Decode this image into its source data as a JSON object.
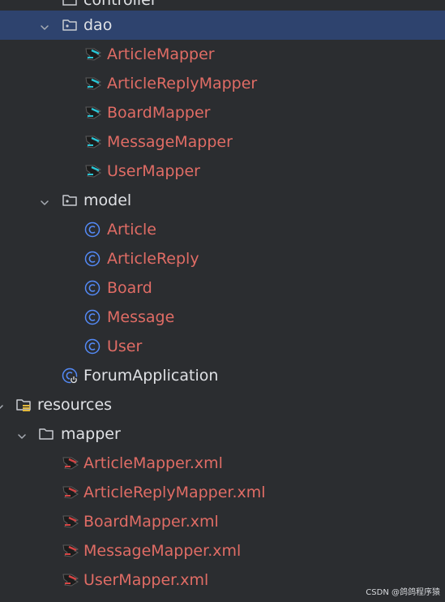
{
  "tree": {
    "partial_top_label": "controller",
    "items": [
      {
        "key": "dao",
        "label": "dao",
        "type": "package",
        "expanded": true,
        "selected": true
      },
      {
        "key": "ArticleMapper",
        "label": "ArticleMapper",
        "type": "mybatis-java"
      },
      {
        "key": "ArticleReplyMapper",
        "label": "ArticleReplyMapper",
        "type": "mybatis-java"
      },
      {
        "key": "BoardMapper",
        "label": "BoardMapper",
        "type": "mybatis-java"
      },
      {
        "key": "MessageMapper",
        "label": "MessageMapper",
        "type": "mybatis-java"
      },
      {
        "key": "UserMapper",
        "label": "UserMapper",
        "type": "mybatis-java"
      },
      {
        "key": "model",
        "label": "model",
        "type": "package",
        "expanded": true
      },
      {
        "key": "Article",
        "label": "Article",
        "type": "class"
      },
      {
        "key": "ArticleReply",
        "label": "ArticleReply",
        "type": "class"
      },
      {
        "key": "Board",
        "label": "Board",
        "type": "class"
      },
      {
        "key": "Message",
        "label": "Message",
        "type": "class"
      },
      {
        "key": "User",
        "label": "User",
        "type": "class"
      },
      {
        "key": "ForumApplication",
        "label": "ForumApplication",
        "type": "spring-boot-class"
      },
      {
        "key": "resources",
        "label": "resources",
        "type": "resources-folder",
        "expanded": true
      },
      {
        "key": "mapper",
        "label": "mapper",
        "type": "folder",
        "expanded": true
      },
      {
        "key": "ArticleMapperXml",
        "label": "ArticleMapper.xml",
        "type": "mybatis-xml"
      },
      {
        "key": "ArticleReplyMapperXml",
        "label": "ArticleReplyMapper.xml",
        "type": "mybatis-xml"
      },
      {
        "key": "BoardMapperXml",
        "label": "BoardMapper.xml",
        "type": "mybatis-xml"
      },
      {
        "key": "MessageMapperXml",
        "label": "MessageMapper.xml",
        "type": "mybatis-xml"
      },
      {
        "key": "UserMapperXml",
        "label": "UserMapper.xml",
        "type": "mybatis-xml"
      }
    ]
  },
  "watermark": "CSDN @鸽鸽程序猿",
  "colors": {
    "background": "#2b2d30",
    "selection": "#2e436e",
    "default_text": "#dfe1e5",
    "error_text": "#e06c65",
    "class_icon": "#548af7"
  },
  "icons": {
    "package": "package-folder-icon",
    "folder": "folder-icon",
    "resources-folder": "resources-folder-icon",
    "class": "java-class-icon",
    "spring-boot-class": "spring-boot-class-icon",
    "mybatis-java": "mybatis-mapper-icon",
    "mybatis-xml": "mybatis-xml-icon",
    "chevron": "chevron-down-icon"
  }
}
